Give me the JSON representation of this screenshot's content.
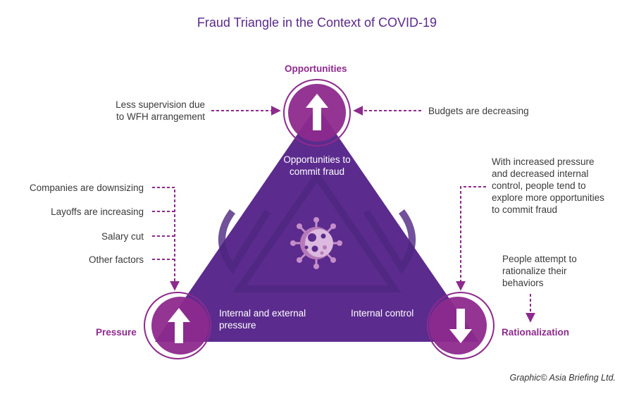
{
  "title": "Fraud Triangle in the Context of COVID-19",
  "colors": {
    "triangle": "#5b2c8e",
    "circle": "#8e2a8e",
    "accent_text": "#8e2a8e",
    "title": "#5a2a8c",
    "body_text": "#3a3a3a"
  },
  "nodes": {
    "opportunities": {
      "label": "Opportunities",
      "inner_text_1": "Opportunities to",
      "inner_text_2": "commit fraud",
      "icon": "arrow-up-icon"
    },
    "pressure": {
      "label": "Pressure",
      "inner_text_1": "Internal and external",
      "inner_text_2": "pressure",
      "icon": "arrow-up-icon"
    },
    "rationalization": {
      "label": "Rationalization",
      "inner_text_1": "Internal control",
      "icon": "arrow-down-icon"
    }
  },
  "center_icon": "virus-icon",
  "annotations": {
    "opportunities_left_1": "Less supervision due",
    "opportunities_left_2": "to WFH arrangement",
    "opportunities_right": "Budgets are decreasing",
    "pressure_factors": [
      "Companies are downsizing",
      "Layoffs are increasing",
      "Salary cut",
      "Other factors"
    ],
    "cross_effect": [
      "With increased pressure",
      "and decreased internal",
      "control, people tend to",
      "explore more opportunities",
      "to commit fraud"
    ],
    "rationalize": [
      "People attempt to",
      "rationalize their",
      "behaviors"
    ]
  },
  "credit": "Graphic© Asia Briefing Ltd."
}
